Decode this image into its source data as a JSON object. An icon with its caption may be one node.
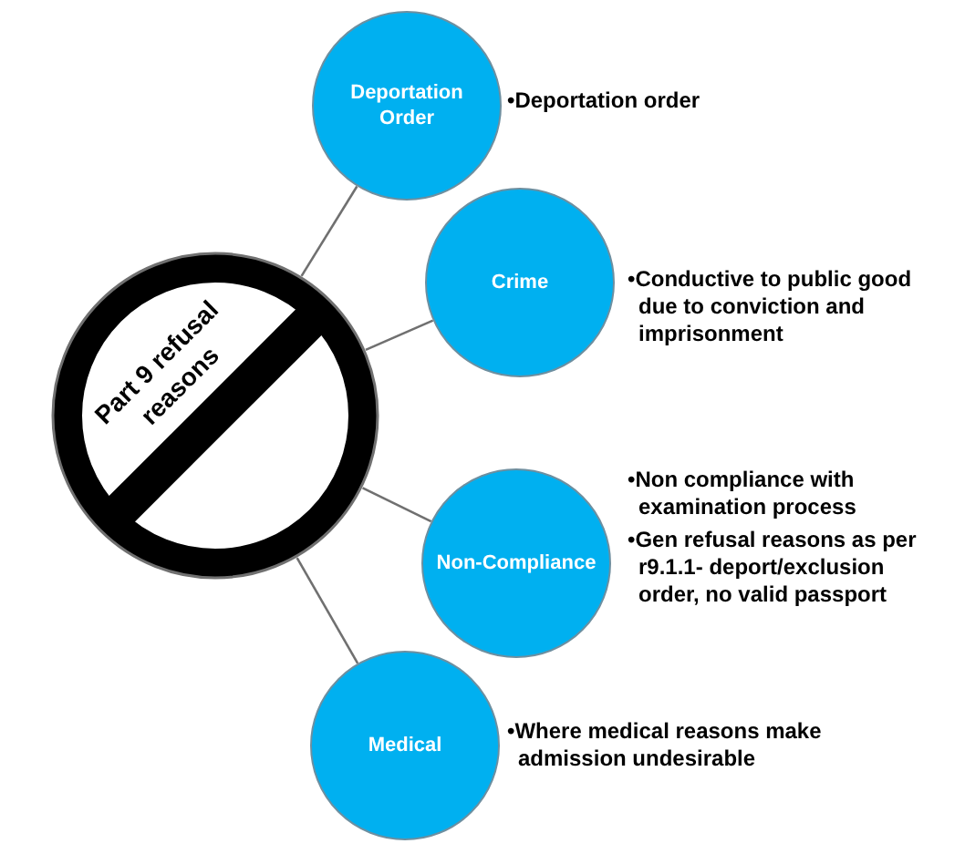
{
  "diagram": {
    "nodes": [
      {
        "text": [
          "Part 9 refusal reasons"
        ]
      },
      {
        "text": [
          "Deportation Order"
        ],
        "beside": [
          "•Deportation order"
        ]
      },
      {
        "text": [
          "Crime"
        ],
        "beside": [
          "•Conductive to public good due to conviction and imprisonment"
        ]
      },
      {
        "text": [
          "Non-Compliance"
        ],
        "beside": [
          "•Non compliance with examination process",
          "•Gen refusal reasons as per r9.1.1- deport/exclusion order, no valid passport"
        ]
      },
      {
        "text": [
          "Medical"
        ],
        "beside": [
          "•Where medical reasons make admission undesirable"
        ]
      }
    ],
    "edges": [
      {
        "from": 0,
        "to": 1,
        "arrow": "none"
      },
      {
        "from": 0,
        "to": 2,
        "arrow": "none"
      },
      {
        "from": 0,
        "to": 3,
        "arrow": "none"
      },
      {
        "from": 0,
        "to": 4,
        "arrow": "none"
      }
    ]
  }
}
